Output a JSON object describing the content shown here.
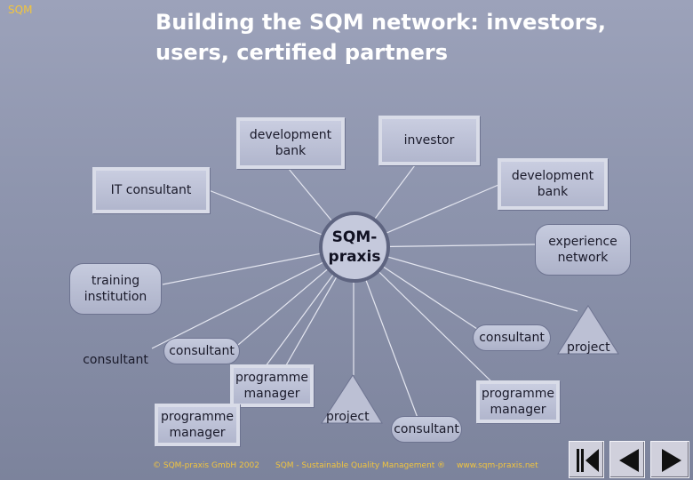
{
  "logo": "SQM",
  "title": "Building the SQM network: investors, users, certified partners",
  "nodes": {
    "development_bank_top": "development bank",
    "investor": "investor",
    "development_bank_right": "development bank",
    "it_consultant": "IT consultant",
    "sqm_praxis": "SQM-praxis",
    "experience_network": "experience network",
    "training_institution": "training institution",
    "consultant_left": "consultant",
    "consultant_inner": "consultant",
    "consultant_right": "consultant",
    "project_right": "project",
    "programme_manager_mid": "programme manager",
    "programme_manager_bottom": "programme manager",
    "project_mid": "project",
    "consultant_bottom": "consultant",
    "programme_manager_right": "programme manager"
  },
  "footer": {
    "copyright": "© SQM-praxis GmbH 2002",
    "tagline": "SQM - Sustainable Quality Management ®",
    "url": "www.sqm-praxis.net"
  },
  "colors": {
    "background": "#8e95ae",
    "title": "#ffffff",
    "logo_footer": "#f2c53d",
    "node_fill": "#c2c6da",
    "connector": "#e4e6f0"
  },
  "icons": [
    "first-slide-icon",
    "previous-slide-icon",
    "next-slide-icon"
  ]
}
